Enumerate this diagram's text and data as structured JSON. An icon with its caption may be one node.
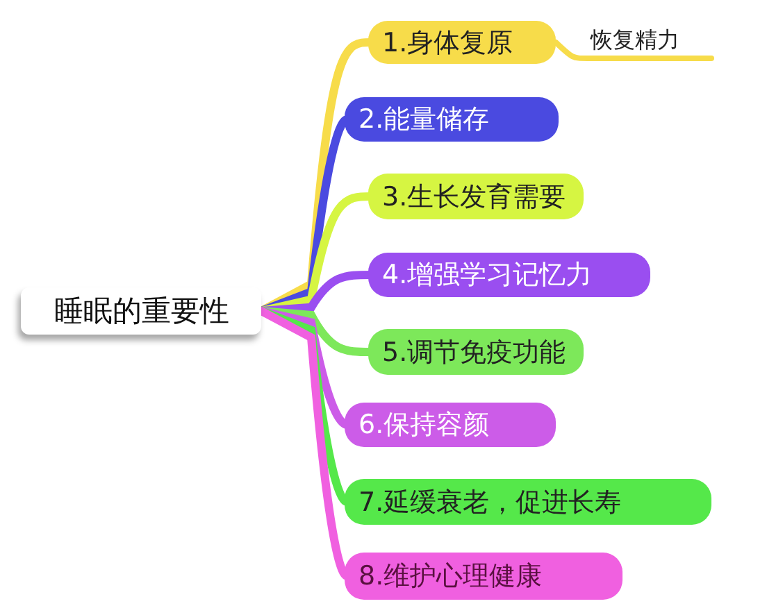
{
  "diagram": {
    "nodes": [
      {
        "text": [
          "睡眠的重要性"
        ]
      },
      {
        "text": [
          "1.身体复原"
        ]
      },
      {
        "text": [
          "2.能量储存"
        ]
      },
      {
        "text": [
          "3.生长发育需要"
        ]
      },
      {
        "text": [
          "4.增强学习记忆力"
        ]
      },
      {
        "text": [
          "5.调节免疫功能"
        ]
      },
      {
        "text": [
          "6.保持容颜"
        ]
      },
      {
        "text": [
          "7.延缓衰老，促进长寿"
        ]
      },
      {
        "text": [
          "8.维护心理健康"
        ]
      },
      {
        "text": [
          "恢复精力"
        ]
      }
    ],
    "edges": [
      {
        "from": 0,
        "to": 1,
        "arrow": "none",
        "color": "#f7dc4a"
      },
      {
        "from": 0,
        "to": 2,
        "arrow": "none",
        "color": "#4a4ae0"
      },
      {
        "from": 0,
        "to": 3,
        "arrow": "none",
        "color": "#d6f542"
      },
      {
        "from": 0,
        "to": 4,
        "arrow": "none",
        "color": "#9a4ef0"
      },
      {
        "from": 0,
        "to": 5,
        "arrow": "none",
        "color": "#7de85a"
      },
      {
        "from": 0,
        "to": 6,
        "arrow": "none",
        "color": "#cc5ce8"
      },
      {
        "from": 0,
        "to": 7,
        "arrow": "none",
        "color": "#55e84a"
      },
      {
        "from": 0,
        "to": 8,
        "arrow": "none",
        "color": "#f060e0"
      },
      {
        "from": 1,
        "to": 9,
        "arrow": "none",
        "color": "#f7dc4a"
      }
    ]
  }
}
